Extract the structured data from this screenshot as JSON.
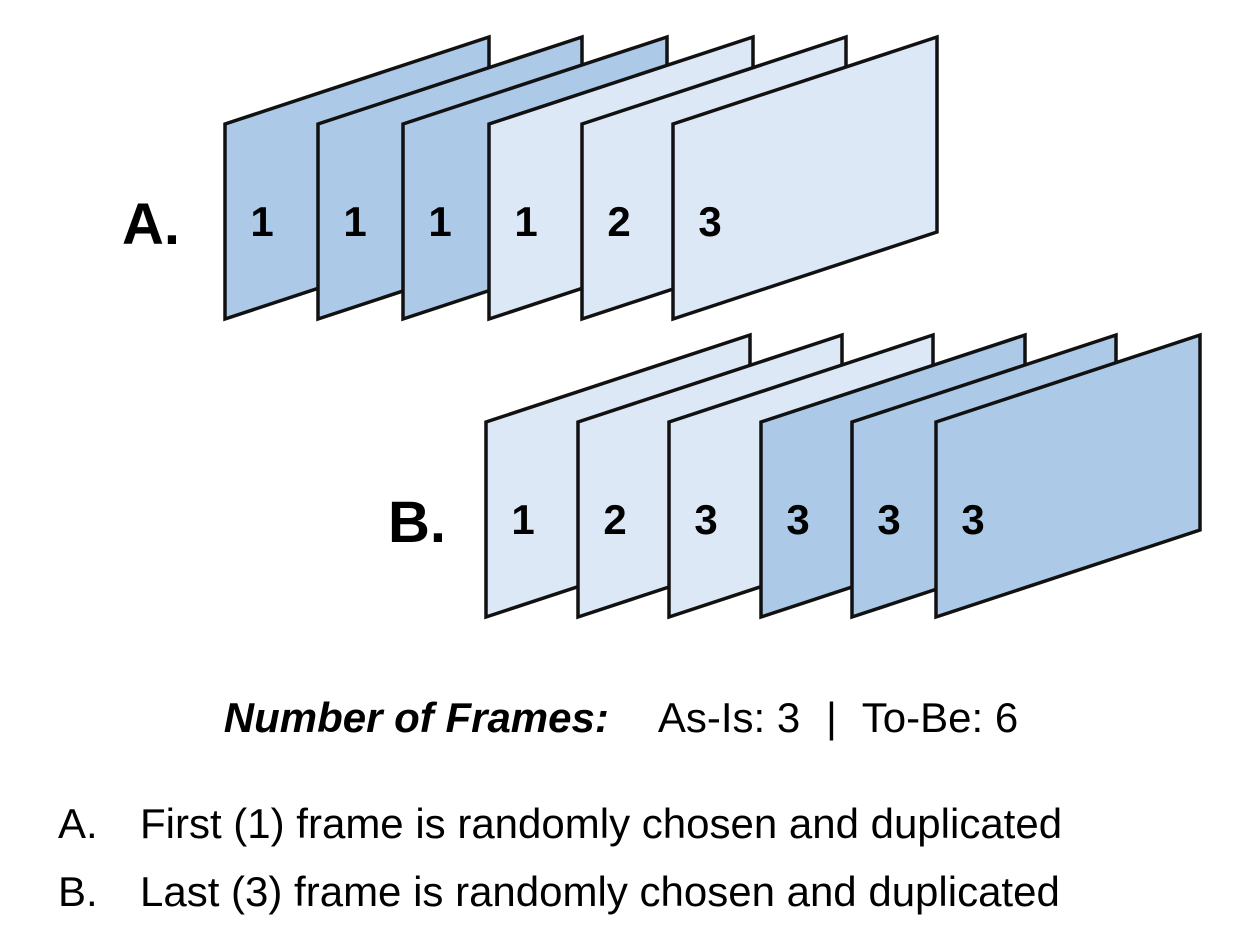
{
  "colors": {
    "highlight": "#adc9e8",
    "plain": "#dce8f5",
    "stroke": "#111111"
  },
  "rows": [
    {
      "letter": "A.",
      "frames": [
        {
          "number": "1",
          "highlight": true
        },
        {
          "number": "1",
          "highlight": true
        },
        {
          "number": "1",
          "highlight": true
        },
        {
          "number": "1",
          "highlight": false
        },
        {
          "number": "2",
          "highlight": false
        },
        {
          "number": "3",
          "highlight": false
        }
      ]
    },
    {
      "letter": "B.",
      "frames": [
        {
          "number": "1",
          "highlight": false
        },
        {
          "number": "2",
          "highlight": false
        },
        {
          "number": "3",
          "highlight": false
        },
        {
          "number": "3",
          "highlight": true
        },
        {
          "number": "3",
          "highlight": true
        },
        {
          "number": "3",
          "highlight": true
        }
      ]
    }
  ],
  "summary": {
    "label": "Number of Frames:",
    "as_is": "As-Is: 3",
    "separator": "|",
    "to_be": "To-Be: 6"
  },
  "legend": [
    {
      "key": "A.",
      "text": "First (1) frame is randomly chosen and duplicated"
    },
    {
      "key": "B.",
      "text": "Last (3) frame is randomly chosen and duplicated"
    }
  ]
}
